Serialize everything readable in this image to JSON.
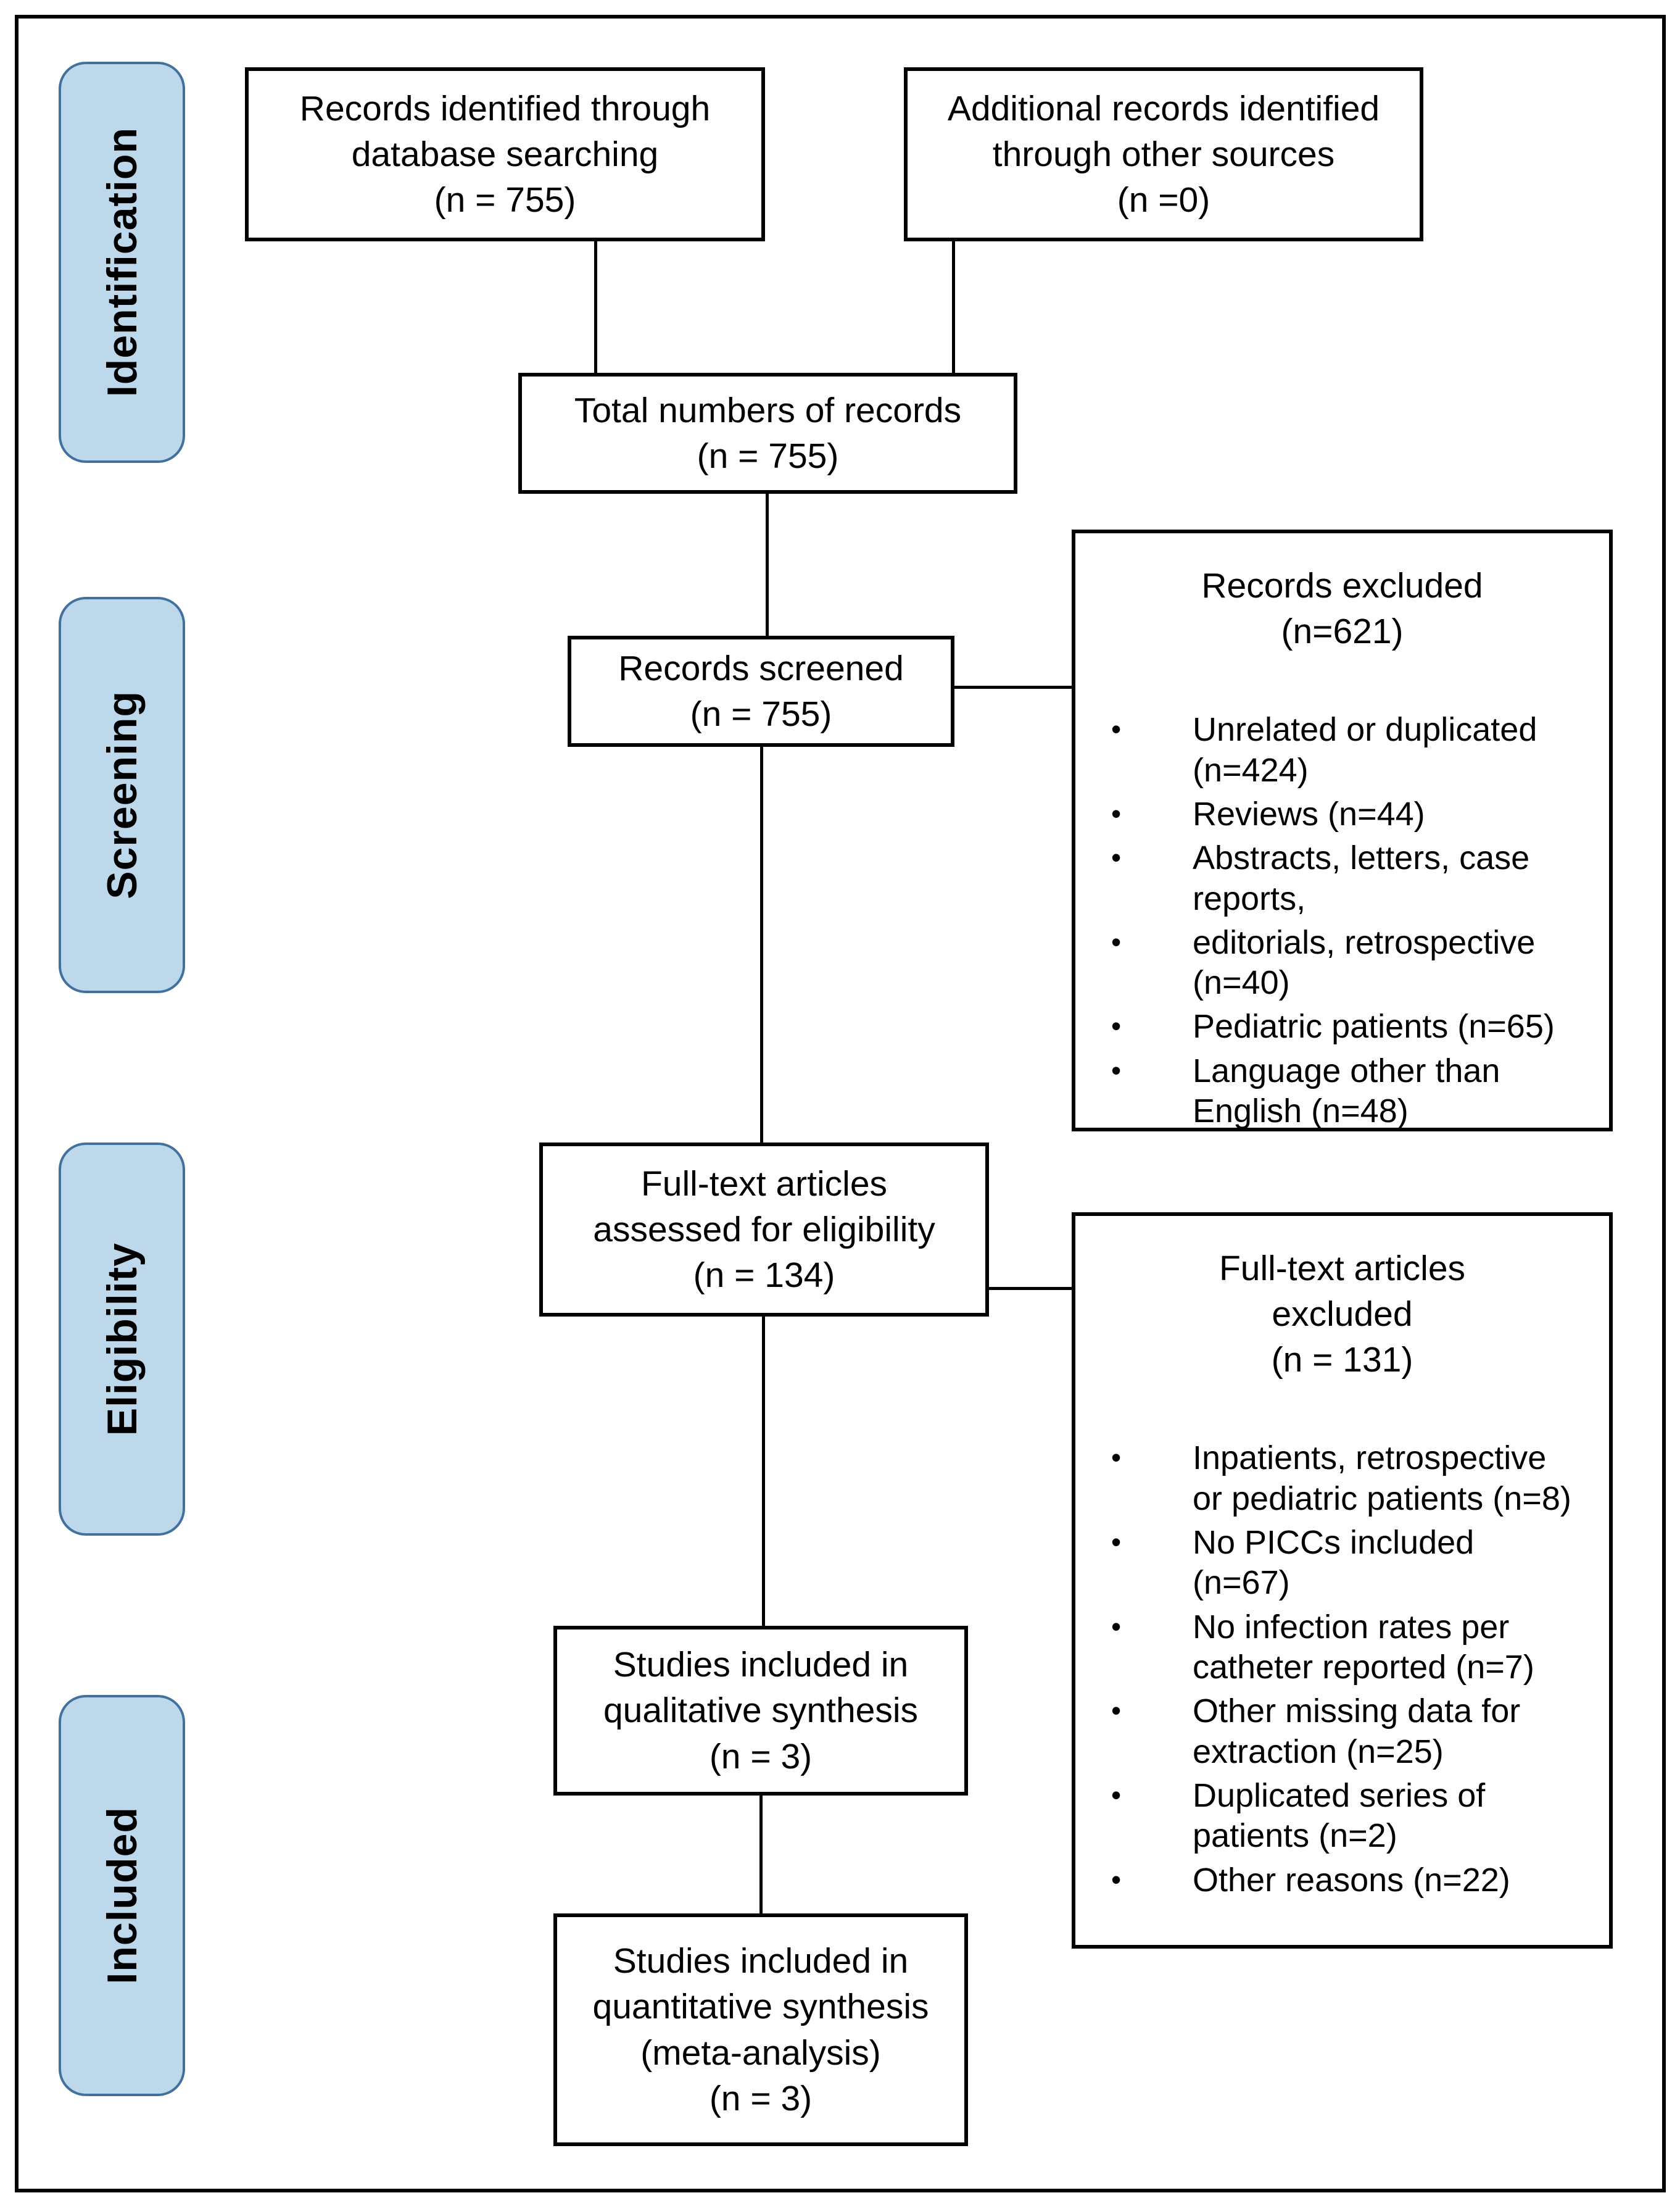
{
  "stage_labels": {
    "identification": "Identification",
    "screening": "Screening",
    "eligibility": "Eligibility",
    "included": "Included"
  },
  "boxes": {
    "records_identified": "Records identified through\ndatabase searching\n(n = 755)",
    "additional_records": "Additional records identified\nthrough other sources\n(n =0)",
    "total_records": "Total numbers of records\n(n = 755)",
    "records_screened": "Records screened\n(n = 755)",
    "full_text_assessed": "Full-text articles\nassessed for eligibility\n(n = 134)",
    "qualitative_synthesis": "Studies included in\nqualitative synthesis\n(n = 3)",
    "quantitative_synthesis": "Studies included in\nquantitative synthesis\n(meta-analysis)\n(n = 3)"
  },
  "records_excluded": {
    "title": "Records excluded\n(n=621)",
    "bullets": [
      "Unrelated or duplicated\n(n=424)",
      "Reviews (n=44)",
      "Abstracts, letters, case\nreports,",
      "editorials, retrospective\n(n=40)",
      "Pediatric patients (n=65)",
      "Language other than\nEnglish (n=48)"
    ]
  },
  "full_text_excluded": {
    "title": "Full-text articles\nexcluded\n(n = 131)",
    "bullets": [
      "Inpatients, retrospective\nor pediatric patients (n=8)",
      "No PICCs included\n(n=67)",
      "No infection rates per\ncatheter reported (n=7)",
      "Other missing data for\nextraction (n=25)",
      "Duplicated series of\npatients (n=2)",
      "Other reasons (n=22)"
    ]
  },
  "colors": {
    "stage_fill": "#BDD7EB",
    "stage_border": "#41719C",
    "box_border": "#000000",
    "connector": "#000000"
  }
}
